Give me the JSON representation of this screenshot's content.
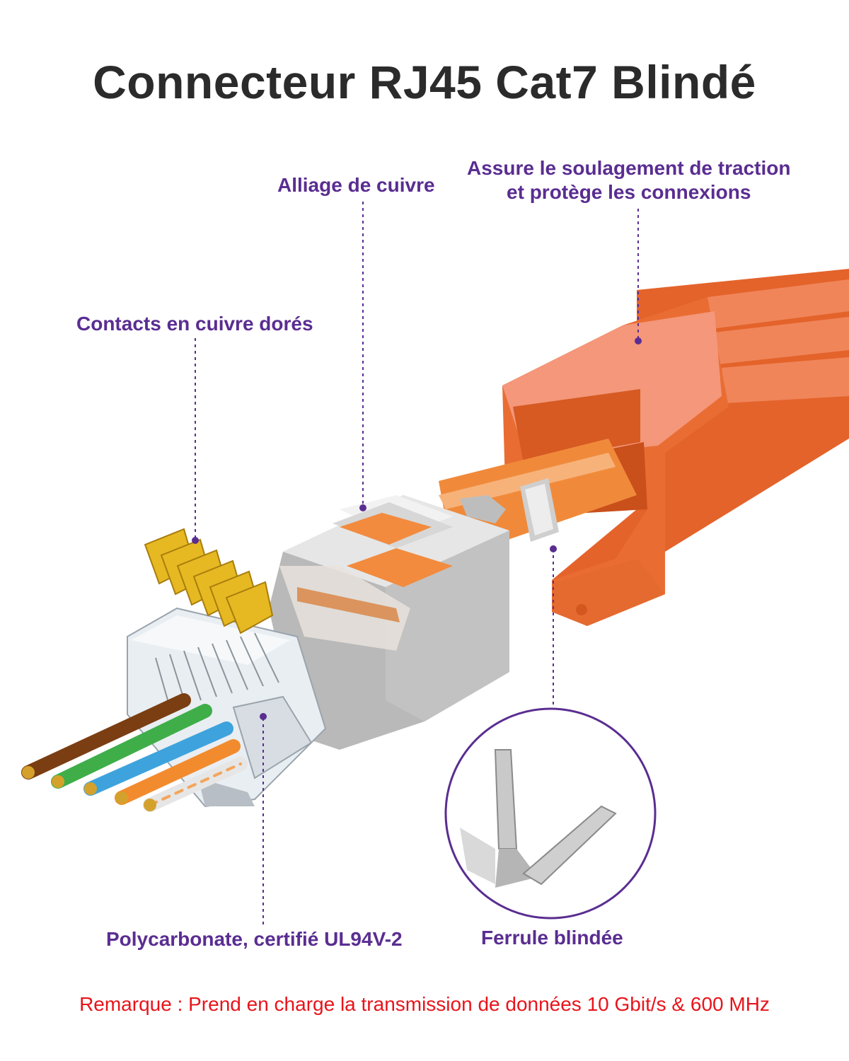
{
  "title": "Connecteur RJ45 Cat7 Blindé",
  "labels": {
    "copper_alloy": "Alliage de cuivre",
    "strain_relief_line1": "Assure le soulagement de traction",
    "strain_relief_line2": "et protège les connexions",
    "gold_contacts": "Contacts en cuivre dorés",
    "polycarbonate": "Polycarbonate, certifié UL94V-2",
    "shielded_ferrule": "Ferrule blindée"
  },
  "note": "Remarque : Prend en charge la transmission de données 10 Gbit/s & 600 MHz",
  "colors": {
    "title": "#2b2b2b",
    "label": "#5a2d91",
    "note": "#e8141b",
    "boot": "#e8662e",
    "cable": "#f08a3a",
    "shield": "#c9c9c9",
    "gold": "#e6b822"
  }
}
